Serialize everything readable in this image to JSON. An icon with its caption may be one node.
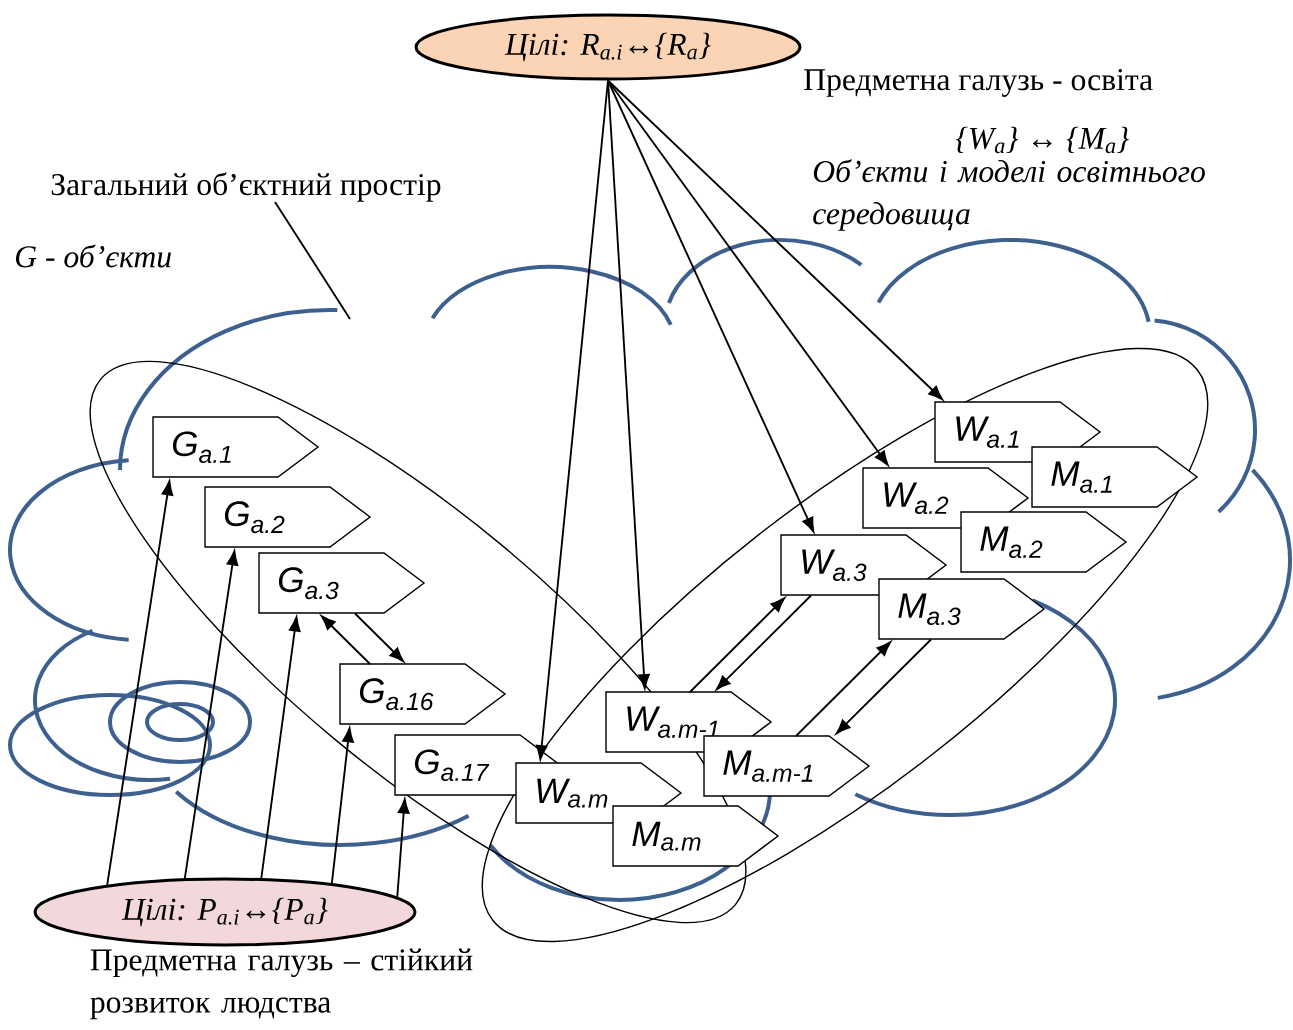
{
  "diagram": {
    "nodes": [
      {
        "text": [
          "Цілі: R$_{a.i}$↔{R$_{a}$}"
        ]
      },
      {
        "text": [
          "Цілі: P$_{a.i}$↔{P$_{a}$}"
        ],
        "beside": [
          "Предметна галузь – стійкий розвиток людства"
        ]
      },
      {
        "text": [
          "G$_{a.1}$"
        ]
      },
      {
        "text": [
          "G$_{a.2}$"
        ]
      },
      {
        "text": [
          "G$_{a.3}$"
        ]
      },
      {
        "text": [
          "G$_{a.16}$"
        ]
      },
      {
        "text": [
          "G$_{a.17}$"
        ]
      },
      {
        "text": [
          "W$_{a.1}$"
        ]
      },
      {
        "text": [
          "M$_{a.1}$"
        ]
      },
      {
        "text": [
          "W$_{a.2}$"
        ]
      },
      {
        "text": [
          "M$_{a.2}$"
        ]
      },
      {
        "text": [
          "W$_{a.3}$"
        ]
      },
      {
        "text": [
          "M$_{a.3}$"
        ]
      },
      {
        "text": [
          "W$_{a.m-1}$"
        ]
      },
      {
        "text": [
          "M$_{a.m-1}$"
        ]
      },
      {
        "text": [
          "W$_{a.m}$"
        ]
      },
      {
        "text": [
          "M$_{a.m}$"
        ]
      },
      {
        "text": [
          "Загальний об’єктний простір"
        ]
      }
    ],
    "edges": [
      {
        "from": 0,
        "to": 7,
        "arrow": "to"
      },
      {
        "from": 0,
        "to": 9,
        "arrow": "to"
      },
      {
        "from": 0,
        "to": 11,
        "arrow": "to"
      },
      {
        "from": 0,
        "to": 13,
        "arrow": "to"
      },
      {
        "from": 0,
        "to": 15,
        "arrow": "to"
      },
      {
        "from": 1,
        "to": 2,
        "arrow": "to"
      },
      {
        "from": 1,
        "to": 3,
        "arrow": "to"
      },
      {
        "from": 1,
        "to": 4,
        "arrow": "to"
      },
      {
        "from": 1,
        "to": 5,
        "arrow": "to"
      },
      {
        "from": 1,
        "to": 6,
        "arrow": "to"
      },
      {
        "from": 5,
        "to": 4,
        "arrow": "to"
      },
      {
        "from": 4,
        "to": 5,
        "arrow": "to"
      },
      {
        "from": 13,
        "to": 11,
        "arrow": "to"
      },
      {
        "from": 11,
        "to": 13,
        "arrow": "to"
      },
      {
        "from": 14,
        "to": 12,
        "arrow": "to"
      },
      {
        "from": 12,
        "to": 14,
        "arrow": "to"
      },
      {
        "from": 17,
        "to": null,
        "arrow": "none"
      }
    ],
    "labels": [
      "Предметна галузь - освіта",
      "{W$_{a}$} ↔ {M$_{a}$}",
      "Об’єкти і моделі освітнього середовища",
      "G - об’єкти"
    ]
  }
}
